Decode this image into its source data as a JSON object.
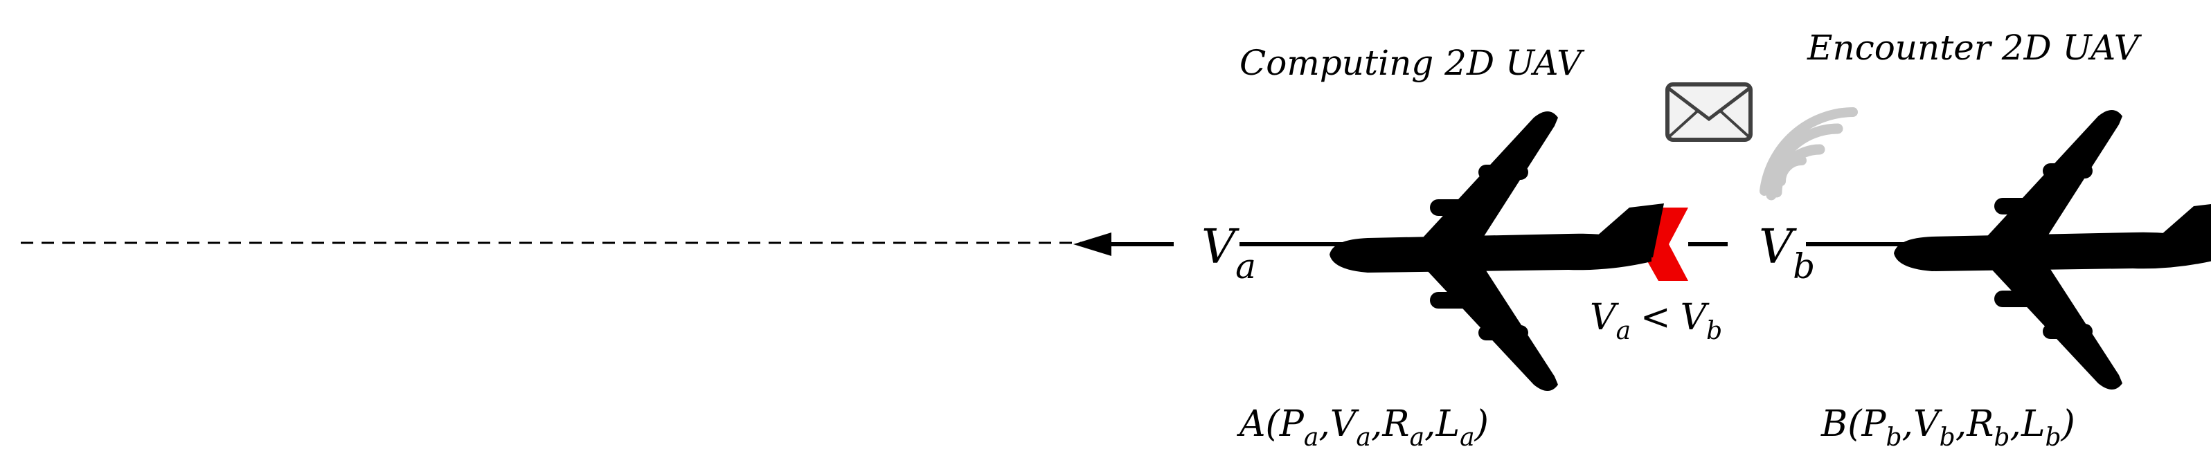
{
  "uav_a": {
    "title": "Computing 2D UAV",
    "velocity_symbol": "V",
    "velocity_subscript": "a",
    "state_label_prefix": "A(",
    "state_items": [
      {
        "symbol": "P",
        "sub": "a",
        "sep": ","
      },
      {
        "symbol": "V",
        "sub": "a",
        "sep": ","
      },
      {
        "symbol": "R",
        "sub": "a",
        "sep": ","
      },
      {
        "symbol": "L",
        "sub": "a",
        "sep": ")"
      }
    ]
  },
  "uav_b": {
    "title": "Encounter 2D UAV",
    "velocity_symbol": "V",
    "velocity_subscript": "b",
    "state_label_prefix": "B(",
    "state_items": [
      {
        "symbol": "P",
        "sub": "b",
        "sep": ","
      },
      {
        "symbol": "V",
        "sub": "b",
        "sep": ","
      },
      {
        "symbol": "R",
        "sub": "b",
        "sep": ","
      },
      {
        "symbol": "L",
        "sub": "b",
        "sep": ")"
      }
    ]
  },
  "relation": {
    "left_symbol": "V",
    "left_sub": "a",
    "operator": "<",
    "right_symbol": "V",
    "right_sub": "b"
  },
  "icons": {
    "message": "envelope-icon",
    "signal": "wifi-signal-icon",
    "direction": "chevron-left-icon",
    "aircraft": "airplane-icon"
  },
  "colors": {
    "ink": "#000000",
    "chevron": "#ee0000",
    "signal": "#c8c8c8",
    "envelope_fill": "#f2f2f2",
    "envelope_stroke": "#404040"
  }
}
